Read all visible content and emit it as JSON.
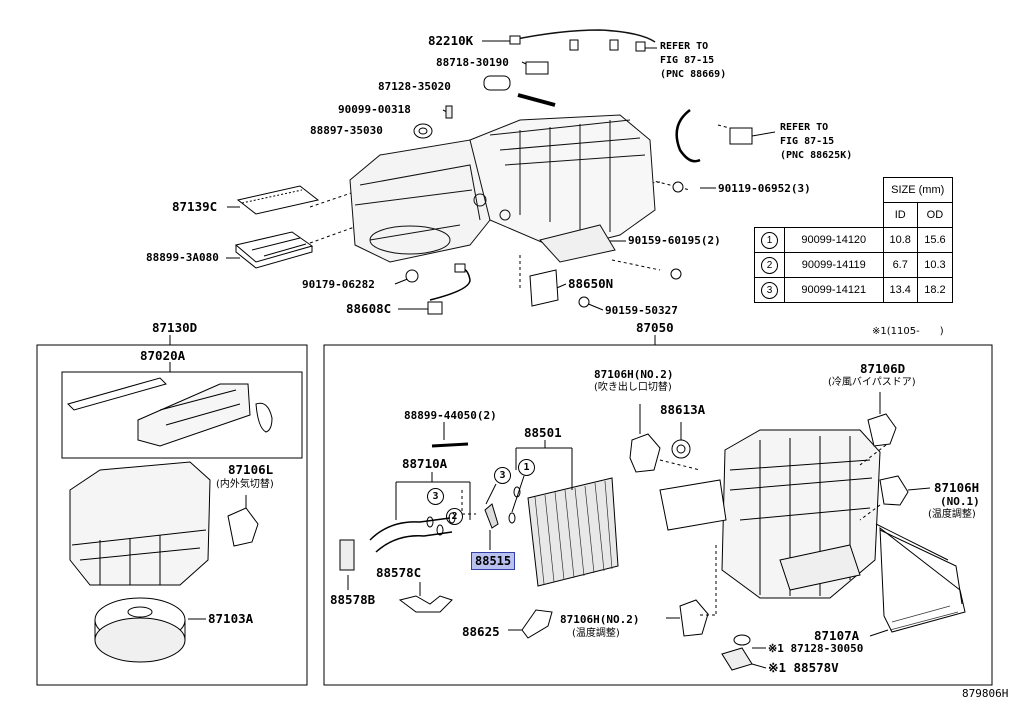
{
  "top_labels": {
    "p82210k": "82210K",
    "p88718": "88718-30190",
    "p87128": "87128-35020",
    "p90099": "90099-00318",
    "p88897": "88897-35030",
    "p87139c": "87139C",
    "p88899a": "88899-3A080",
    "p90179": "90179-06282",
    "p88608c": "88608C",
    "p88650n": "88650N",
    "p90159a": "90159-60195(2)",
    "p90159b": "90159-50327",
    "p90119": "90119-06952(3)"
  },
  "refer1": [
    "REFER TO",
    "FIG 87-15",
    "(PNC 88669)"
  ],
  "refer2": [
    "REFER TO",
    "FIG 87-15",
    "(PNC 88625K)"
  ],
  "size_table": {
    "header": "SIZE (mm)",
    "col_id": "ID",
    "col_od": "OD",
    "rows": [
      {
        "mark": "1",
        "part": "90099-14120",
        "id": "10.8",
        "od": "15.6"
      },
      {
        "mark": "2",
        "part": "90099-14119",
        "id": "6.7",
        "od": "10.3"
      },
      {
        "mark": "3",
        "part": "90099-14121",
        "id": "13.4",
        "od": "18.2"
      }
    ]
  },
  "note_range": "※1(1105-　　)",
  "left_box": {
    "p87130d": "87130D",
    "p87020a": "87020A",
    "p87106l": "87106L",
    "p87106l_jp": "(内外気切替)",
    "p87103a": "87103A"
  },
  "right_box": {
    "p87050": "87050",
    "p88899_44050": "88899-44050(2)",
    "p88710a": "88710A",
    "p88501": "88501",
    "p88515": "88515",
    "p88578c": "88578C",
    "p88578b": "88578B",
    "p88625": "88625",
    "p87106h_no2a": "87106H(NO.2)",
    "p87106h_no2a_jp": "(吹き出し口切替)",
    "p88613a": "88613A",
    "p87106d": "87106D",
    "p87106d_jp": "(冷風バイパスドア)",
    "p87106h_no1": "87106H",
    "p87106h_no1_sub": "(NO.1)",
    "p87106h_no1_jp": "(温度調整)",
    "p87106h_no2b": "87106H(NO.2)",
    "p87106h_no2b_jp": "(温度調整)",
    "p87107a": "87107A",
    "p87128_30050": "※1 87128-30050",
    "p88578v": "※1 88578V",
    "mark1": "1",
    "mark2": "2",
    "mark3a": "3",
    "mark3b": "3"
  },
  "figure_code": "879806H"
}
